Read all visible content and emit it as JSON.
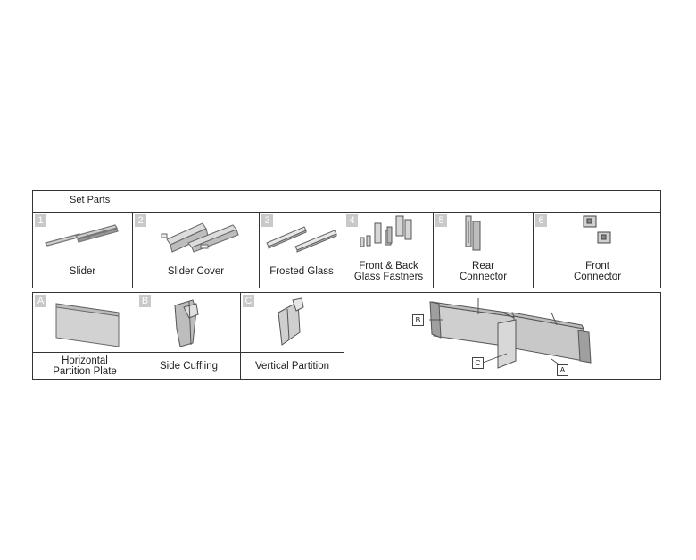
{
  "set_title": "Set Parts",
  "parts": [
    {
      "num": "1",
      "label": "Slider",
      "icon": "slider-rail-icon"
    },
    {
      "num": "2",
      "label": "Slider Cover",
      "icon": "slider-cover-icon"
    },
    {
      "num": "3",
      "label": "Frosted Glass",
      "icon": "glass-panel-icon"
    },
    {
      "num": "4",
      "label": "Front & Back\nGlass Fastners",
      "icon": "fastener-icon"
    },
    {
      "num": "5",
      "label": "Rear\nConnector",
      "icon": "rear-connector-icon"
    },
    {
      "num": "6",
      "label": "Front\nConnector",
      "icon": "front-connector-icon"
    }
  ],
  "partitions": [
    {
      "num": "A",
      "label": "Horizontal\nPartition Plate",
      "icon": "partition-plate-icon"
    },
    {
      "num": "B",
      "label": "Side Cuffling",
      "icon": "side-cuffling-icon"
    },
    {
      "num": "C",
      "label": "Vertical Partition",
      "icon": "vertical-partition-icon"
    }
  ],
  "assembly": {
    "callouts": [
      "B",
      "C",
      "A"
    ],
    "icon": "partition-assembly-icon"
  }
}
